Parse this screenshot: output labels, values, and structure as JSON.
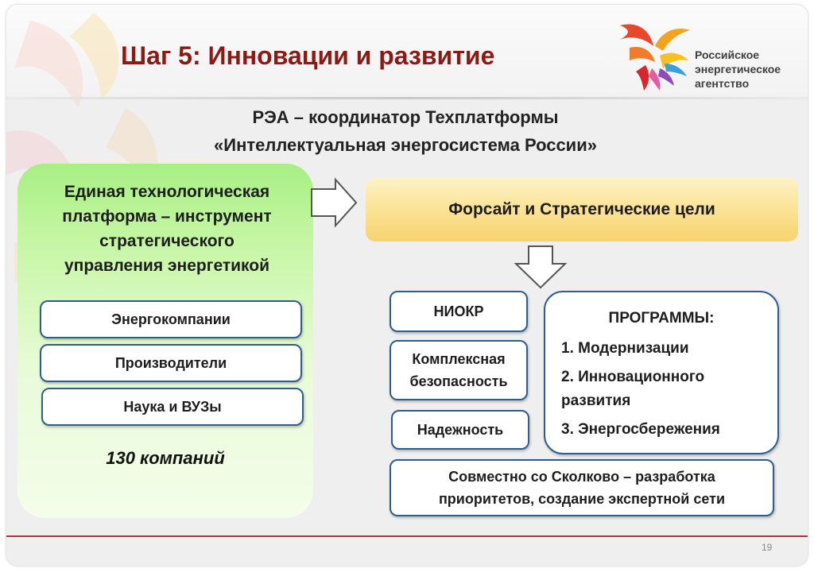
{
  "slide": {
    "title": "Шаг 5: Инновации и развитие",
    "page_number": "19"
  },
  "logo": {
    "line1": "Российское",
    "line2": "энергетическое",
    "line3": "агентство"
  },
  "subtitle": {
    "line1": "РЭА – координатор Техплатформы",
    "line2": "«Интеллектуальная энергосистема России»"
  },
  "platform": {
    "title_lines": [
      "Единая технологическая",
      "платформа – инструмент",
      "стратегического",
      "управления энергетикой"
    ],
    "members": [
      "Энергокомпании",
      "Производители",
      "Наука и ВУЗы"
    ],
    "count": "130 компаний"
  },
  "foresight": {
    "label": "Форсайт  и Стратегические цели"
  },
  "directions": {
    "niokr": "НИОКР",
    "security": [
      "Комплексная",
      "безопасность"
    ],
    "reliability": "Надежность"
  },
  "programs": {
    "title": "ПРОГРАММЫ:",
    "items": [
      "1. Модернизации",
      "2. Инновационного развития",
      "3. Энергосбережения"
    ]
  },
  "skolkovo": {
    "line1": "Совместно со Сколково – разработка",
    "line2": "приоритетов, создание экспертной сети"
  },
  "colors": {
    "title": "#8b1a14",
    "border": "#2f5e8e",
    "green_panel": "#c6f6a4",
    "foresight_panel": "#fbe49a"
  }
}
